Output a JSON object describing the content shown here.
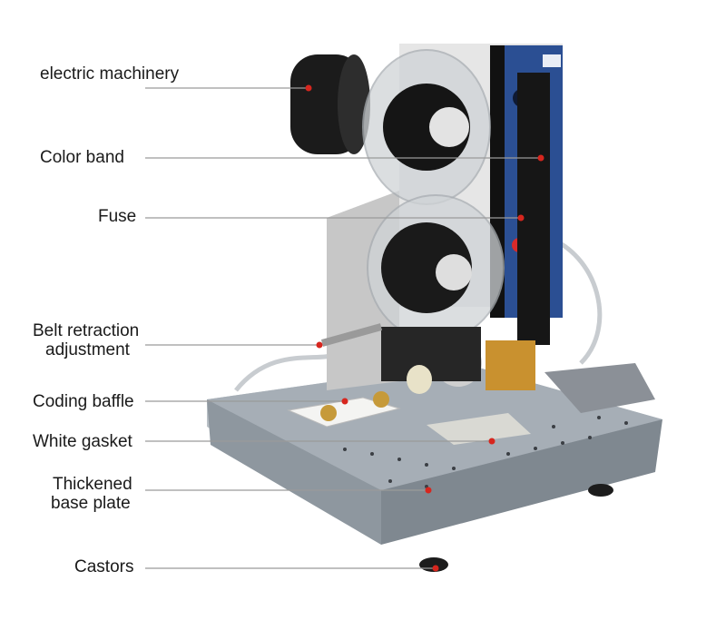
{
  "labels": {
    "electric_machinery": "electric machinery",
    "color_band": "Color band",
    "fuse": "Fuse",
    "belt_line1": "Belt retraction",
    "belt_line2": "adjustment",
    "coding_baffle": "Coding baffle",
    "white_gasket": "White gasket",
    "base_line1": "Thickened",
    "base_line2": "base plate",
    "castors": "Castors"
  },
  "colors": {
    "leader": "#9a9a9a",
    "marker": "#d7261e",
    "panel_blue": "#2b4f93",
    "base_gray": "#9aa3ab"
  }
}
